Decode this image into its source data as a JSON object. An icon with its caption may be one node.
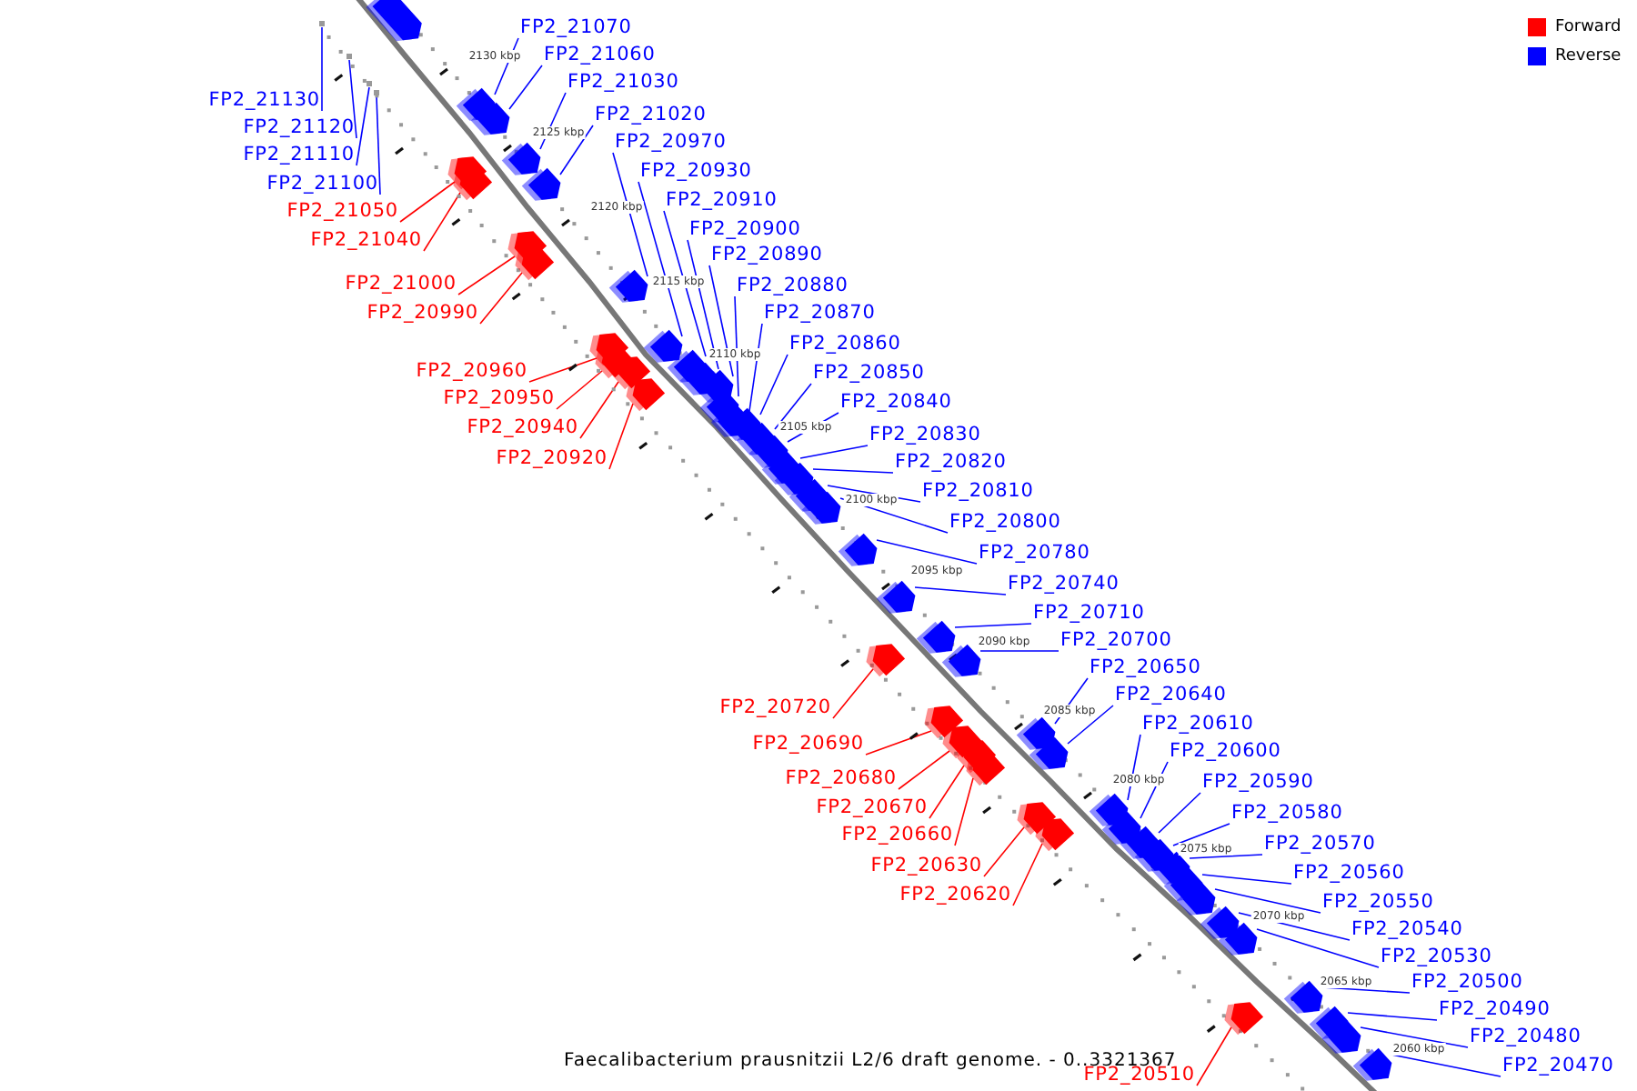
{
  "diagram": {
    "caption": "Faecalibacterium prausnitzii L2/6 draft genome. - 0..3321367",
    "nodes": [
      {
        "text": [
          "FP2_21070"
        ]
      },
      {
        "text": [],
        "shape": "box"
      },
      {
        "text": [
          "FP2_21060"
        ]
      },
      {
        "text": [],
        "shape": "box"
      },
      {
        "text": [
          "FP2_21030"
        ]
      },
      {
        "text": [],
        "shape": "box"
      },
      {
        "text": [
          "FP2_21130"
        ]
      },
      {
        "text": [],
        "shape": "box"
      },
      {
        "text": [
          "FP2_21020"
        ]
      },
      {
        "text": [],
        "shape": "box"
      },
      {
        "text": [
          "FP2_21120"
        ]
      },
      {
        "text": [],
        "shape": "box"
      },
      {
        "text": [
          "FP2_20970"
        ]
      },
      {
        "text": [],
        "shape": "box"
      },
      {
        "text": [
          "FP2_21110"
        ]
      },
      {
        "text": [],
        "shape": "box"
      },
      {
        "text": [
          "FP2_20930"
        ]
      },
      {
        "text": [],
        "shape": "box"
      },
      {
        "text": [
          "FP2_21100"
        ]
      },
      {
        "text": [],
        "shape": "box"
      },
      {
        "text": [
          "FP2_20910"
        ]
      },
      {
        "text": [],
        "shape": "box"
      },
      {
        "text": [
          "FP2_21050"
        ]
      },
      {
        "text": [],
        "shape": "box"
      },
      {
        "text": [
          "FP2_20900"
        ]
      },
      {
        "text": [],
        "shape": "box"
      },
      {
        "text": [
          "FP2_21040"
        ]
      },
      {
        "text": [],
        "shape": "box"
      },
      {
        "text": [
          "FP2_20890"
        ]
      },
      {
        "text": [],
        "shape": "box"
      },
      {
        "text": [
          "FP2_21000"
        ]
      },
      {
        "text": [],
        "shape": "box"
      },
      {
        "text": [
          "FP2_20880"
        ]
      },
      {
        "text": [],
        "shape": "box"
      },
      {
        "text": [
          "FP2_20990"
        ]
      },
      {
        "text": [],
        "shape": "box"
      },
      {
        "text": [
          "FP2_20870"
        ]
      },
      {
        "text": [],
        "shape": "box"
      },
      {
        "text": [
          "FP2_20860"
        ]
      },
      {
        "text": [],
        "shape": "box"
      },
      {
        "text": [
          "FP2_20960"
        ]
      },
      {
        "text": [],
        "shape": "box"
      },
      {
        "text": [
          "FP2_20850"
        ]
      },
      {
        "text": [],
        "shape": "box"
      },
      {
        "text": [
          "FP2_20950"
        ]
      },
      {
        "text": [],
        "shape": "box"
      },
      {
        "text": [
          "FP2_20840"
        ]
      },
      {
        "text": [],
        "shape": "box"
      },
      {
        "text": [
          "FP2_20940"
        ]
      },
      {
        "text": [],
        "shape": "box"
      },
      {
        "text": [
          "FP2_20830"
        ]
      },
      {
        "text": [],
        "shape": "box"
      },
      {
        "text": [
          "FP2_20920"
        ]
      },
      {
        "text": [],
        "shape": "box"
      },
      {
        "text": [
          "FP2_20820"
        ]
      },
      {
        "text": [],
        "shape": "box"
      },
      {
        "text": [
          "FP2_20810"
        ]
      },
      {
        "text": [],
        "shape": "box"
      },
      {
        "text": [
          "FP2_20800"
        ]
      },
      {
        "text": [],
        "shape": "box"
      },
      {
        "text": [
          "FP2_20780"
        ]
      },
      {
        "text": [],
        "shape": "box"
      },
      {
        "text": [
          "FP2_20740"
        ]
      },
      {
        "text": [],
        "shape": "box"
      },
      {
        "text": [
          "FP2_20710"
        ]
      },
      {
        "text": [],
        "shape": "box"
      },
      {
        "text": [
          "FP2_20700"
        ]
      },
      {
        "text": [],
        "shape": "box"
      },
      {
        "text": [
          "FP2_20650"
        ]
      },
      {
        "text": [],
        "shape": "box"
      },
      {
        "text": [
          "FP2_20640"
        ]
      },
      {
        "text": [],
        "shape": "box"
      },
      {
        "text": [
          "FP2_20720"
        ]
      },
      {
        "text": [],
        "shape": "box"
      },
      {
        "text": [
          "FP2_20610"
        ]
      },
      {
        "text": [],
        "shape": "box"
      },
      {
        "text": [
          "FP2_20690"
        ]
      },
      {
        "text": [],
        "shape": "box"
      },
      {
        "text": [
          "FP2_20600"
        ]
      },
      {
        "text": [],
        "shape": "box"
      },
      {
        "text": [
          "FP2_20680"
        ]
      },
      {
        "text": [],
        "shape": "box"
      },
      {
        "text": [
          "FP2_20590"
        ]
      },
      {
        "text": [],
        "shape": "box"
      },
      {
        "text": [
          "FP2_20670"
        ]
      },
      {
        "text": [],
        "shape": "box"
      },
      {
        "text": [
          "FP2_20580"
        ]
      },
      {
        "text": [],
        "shape": "box"
      },
      {
        "text": [
          "FP2_20660"
        ]
      },
      {
        "text": [],
        "shape": "box"
      },
      {
        "text": [
          "FP2_20570"
        ]
      },
      {
        "text": [],
        "shape": "box"
      },
      {
        "text": [
          "FP2_20630"
        ]
      },
      {
        "text": [],
        "shape": "box"
      },
      {
        "text": [
          "FP2_20560"
        ]
      },
      {
        "text": [],
        "shape": "box"
      },
      {
        "text": [
          "FP2_20620"
        ]
      },
      {
        "text": [],
        "shape": "box"
      },
      {
        "text": [
          "FP2_20550"
        ]
      },
      {
        "text": [],
        "shape": "box"
      },
      {
        "text": [
          "FP2_20540"
        ]
      },
      {
        "text": [],
        "shape": "box"
      },
      {
        "text": [
          "FP2_20530"
        ]
      },
      {
        "text": [],
        "shape": "box"
      },
      {
        "text": [
          "FP2_20500"
        ]
      },
      {
        "text": [],
        "shape": "box"
      },
      {
        "text": [
          "FP2_20490"
        ]
      },
      {
        "text": [],
        "shape": "box"
      },
      {
        "text": [
          "FP2_20480"
        ]
      },
      {
        "text": [],
        "shape": "box"
      },
      {
        "text": [
          "FP2_20470"
        ]
      },
      {
        "text": [],
        "shape": "box"
      },
      {
        "text": [
          "FP2_20510"
        ]
      },
      {
        "text": [],
        "shape": "box"
      }
    ],
    "edges": [
      {
        "from": 0,
        "to": 1,
        "arrow": "none"
      },
      {
        "from": 2,
        "to": 3,
        "arrow": "none"
      },
      {
        "from": 4,
        "to": 5,
        "arrow": "none"
      },
      {
        "from": 6,
        "to": 7,
        "arrow": "none"
      },
      {
        "from": 8,
        "to": 9,
        "arrow": "none"
      },
      {
        "from": 10,
        "to": 11,
        "arrow": "none"
      },
      {
        "from": 12,
        "to": 13,
        "arrow": "none"
      },
      {
        "from": 14,
        "to": 15,
        "arrow": "none"
      },
      {
        "from": 16,
        "to": 17,
        "arrow": "none"
      },
      {
        "from": 18,
        "to": 19,
        "arrow": "none"
      },
      {
        "from": 20,
        "to": 21,
        "arrow": "none"
      },
      {
        "from": 22,
        "to": 23,
        "arrow": "none",
        "color": "#ff0000"
      },
      {
        "from": 24,
        "to": 25,
        "arrow": "none"
      },
      {
        "from": 26,
        "to": 27,
        "arrow": "none",
        "color": "#ff0000"
      },
      {
        "from": 28,
        "to": 29,
        "arrow": "none"
      },
      {
        "from": 30,
        "to": 31,
        "arrow": "none",
        "color": "#ff0000"
      },
      {
        "from": 32,
        "to": 33,
        "arrow": "none"
      },
      {
        "from": 34,
        "to": 35,
        "arrow": "none",
        "color": "#ff0000"
      },
      {
        "from": 36,
        "to": 37,
        "arrow": "none"
      },
      {
        "from": 38,
        "to": 39,
        "arrow": "none"
      },
      {
        "from": 40,
        "to": 41,
        "arrow": "none",
        "color": "#ff0000"
      },
      {
        "from": 42,
        "to": 43,
        "arrow": "none"
      },
      {
        "from": 44,
        "to": 45,
        "arrow": "none",
        "color": "#ff0000"
      },
      {
        "from": 46,
        "to": 47,
        "arrow": "none"
      },
      {
        "from": 48,
        "to": 49,
        "arrow": "none",
        "color": "#ff0000"
      },
      {
        "from": 50,
        "to": 51,
        "arrow": "none"
      },
      {
        "from": 52,
        "to": 53,
        "arrow": "none",
        "color": "#ff0000"
      },
      {
        "from": 54,
        "to": 55,
        "arrow": "none"
      },
      {
        "from": 56,
        "to": 57,
        "arrow": "none"
      },
      {
        "from": 58,
        "to": 59,
        "arrow": "none"
      },
      {
        "from": 60,
        "to": 61,
        "arrow": "none"
      },
      {
        "from": 62,
        "to": 63,
        "arrow": "none"
      },
      {
        "from": 64,
        "to": 65,
        "arrow": "none"
      },
      {
        "from": 66,
        "to": 67,
        "arrow": "none"
      },
      {
        "from": 68,
        "to": 69,
        "arrow": "none"
      },
      {
        "from": 70,
        "to": 71,
        "arrow": "none"
      },
      {
        "from": 72,
        "to": 73,
        "arrow": "none",
        "color": "#ff0000"
      },
      {
        "from": 74,
        "to": 75,
        "arrow": "none"
      },
      {
        "from": 76,
        "to": 77,
        "arrow": "none",
        "color": "#ff0000"
      },
      {
        "from": 78,
        "to": 79,
        "arrow": "none"
      },
      {
        "from": 80,
        "to": 81,
        "arrow": "none",
        "color": "#ff0000"
      },
      {
        "from": 82,
        "to": 83,
        "arrow": "none"
      },
      {
        "from": 84,
        "to": 85,
        "arrow": "none",
        "color": "#ff0000"
      },
      {
        "from": 86,
        "to": 87,
        "arrow": "none"
      },
      {
        "from": 88,
        "to": 89,
        "arrow": "none",
        "color": "#ff0000"
      },
      {
        "from": 90,
        "to": 91,
        "arrow": "none"
      },
      {
        "from": 92,
        "to": 93,
        "arrow": "none",
        "color": "#ff0000"
      },
      {
        "from": 94,
        "to": 95,
        "arrow": "none"
      },
      {
        "from": 96,
        "to": 97,
        "arrow": "none",
        "color": "#ff0000"
      },
      {
        "from": 98,
        "to": 99,
        "arrow": "none"
      },
      {
        "from": 100,
        "to": 101,
        "arrow": "none"
      },
      {
        "from": 102,
        "to": 103,
        "arrow": "none"
      },
      {
        "from": 104,
        "to": 105,
        "arrow": "none"
      },
      {
        "from": 106,
        "to": 107,
        "arrow": "none"
      },
      {
        "from": 108,
        "to": 109,
        "arrow": "none"
      },
      {
        "from": 110,
        "to": 111,
        "arrow": "none"
      },
      {
        "from": 112,
        "to": 113,
        "arrow": "none",
        "color": "#ff0000"
      }
    ],
    "labels": [
      "2130 kbp",
      "2125 kbp",
      "2120 kbp",
      "2115 kbp",
      "2110 kbp",
      "2105 kbp",
      "2100 kbp",
      "2095 kbp",
      "2090 kbp",
      "2085 kbp",
      "2080 kbp",
      "2075 kbp",
      "2070 kbp",
      "2065 kbp",
      "2060 kbp"
    ],
    "legend": [
      {
        "text": "Forward",
        "color": "#ff0000"
      },
      {
        "text": "Reverse",
        "color": "#0000ff"
      }
    ]
  }
}
